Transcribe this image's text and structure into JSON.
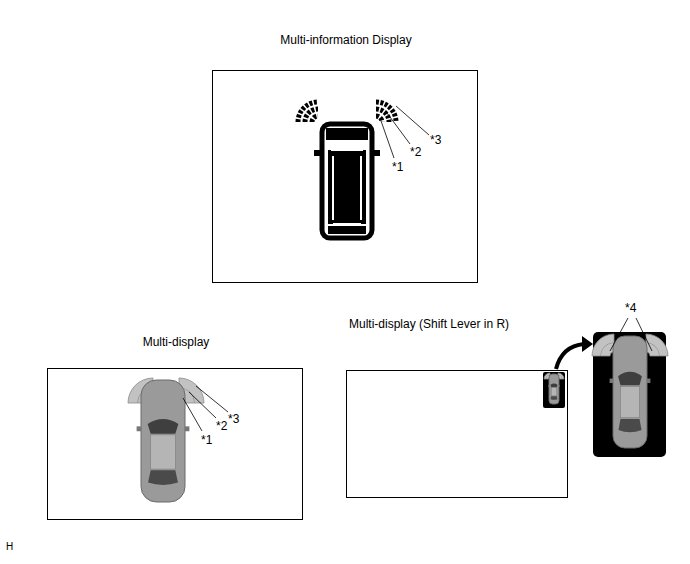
{
  "diagram": {
    "nodes": [
      {
        "text": [
          "Multi-information Display"
        ]
      },
      {
        "text": [
          "Multi-display"
        ]
      },
      {
        "text": [
          "Multi-display (Shift Lever in R)"
        ]
      }
    ],
    "labels": [
      "*1",
      "*2",
      "*3",
      "*1",
      "*2",
      "*3",
      "*4",
      "H"
    ]
  }
}
